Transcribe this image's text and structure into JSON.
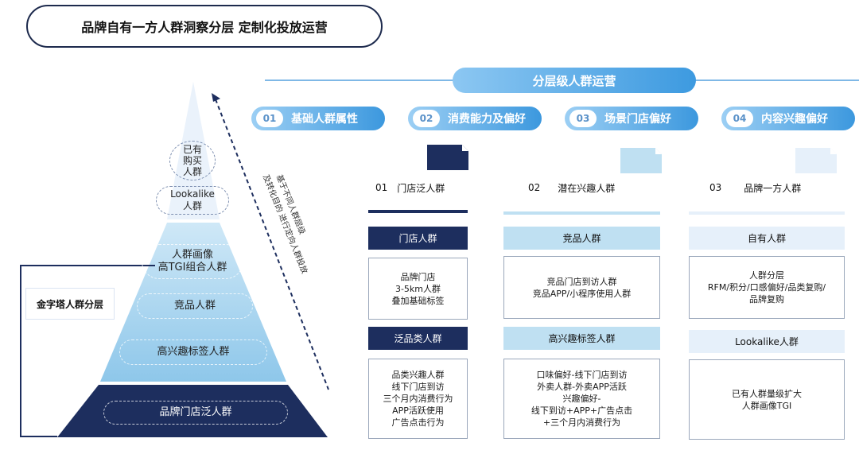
{
  "title": "品牌自有一方人群洞察分层 定制化投放运营",
  "pyramid": {
    "side_label": "金字塔人群分层",
    "tier_top_1": "已有\n购买\n人群",
    "tier_top_2": "Lookalike\n人群",
    "tier_mid_1": "人群画像\n高TGI组合人群",
    "tier_mid_2": "竞品人群",
    "tier_mid_3": "高兴趣标签人群",
    "tier_base": "品牌门店泛人群",
    "arrow_text_1": "基于不同人群层级",
    "arrow_text_2": "及转化目的 进行定向人群投放"
  },
  "header": {
    "pill": "分层级人群运营",
    "categories": [
      {
        "num": "01",
        "label": "基础人群属性"
      },
      {
        "num": "02",
        "label": "消费能力及偏好"
      },
      {
        "num": "03",
        "label": "场景门店偏好"
      },
      {
        "num": "04",
        "label": "内容兴趣偏好"
      }
    ]
  },
  "columns": [
    {
      "num": "01",
      "title": "门店泛人群",
      "sub1": "门店人群",
      "box1": "品牌门店\n3-5km人群\n叠加基础标签",
      "sub2": "泛品类人群",
      "box2": "品类兴趣人群\n线下门店到访\n三个月内消费行为\nAPP活跃使用\n广告点击行为"
    },
    {
      "num": "02",
      "title": "潜在兴趣人群",
      "sub1": "竞品人群",
      "box1": "竞品门店到访人群\n竞品APP/小程序使用人群",
      "sub2": "高兴趣标签人群",
      "box2": "口味偏好-线下门店到访\n外卖人群-外卖APP活跃\n兴趣偏好-\n线下到访+APP+广告点击\n+三个月内消费行为"
    },
    {
      "num": "03",
      "title": "品牌一方人群",
      "sub1": "自有人群",
      "box1": "人群分层\nRFM/积分/口感偏好/品类复购/\n品牌复购",
      "sub2": "Lookalike人群",
      "box2": "已有人群量级扩大\n人群画像TGI"
    }
  ],
  "colors": {
    "navy": "#1d2e5e",
    "light_blue": "#bfe0f2",
    "pale_blue": "#e6f0fa",
    "accent": "#3d9ae0"
  }
}
